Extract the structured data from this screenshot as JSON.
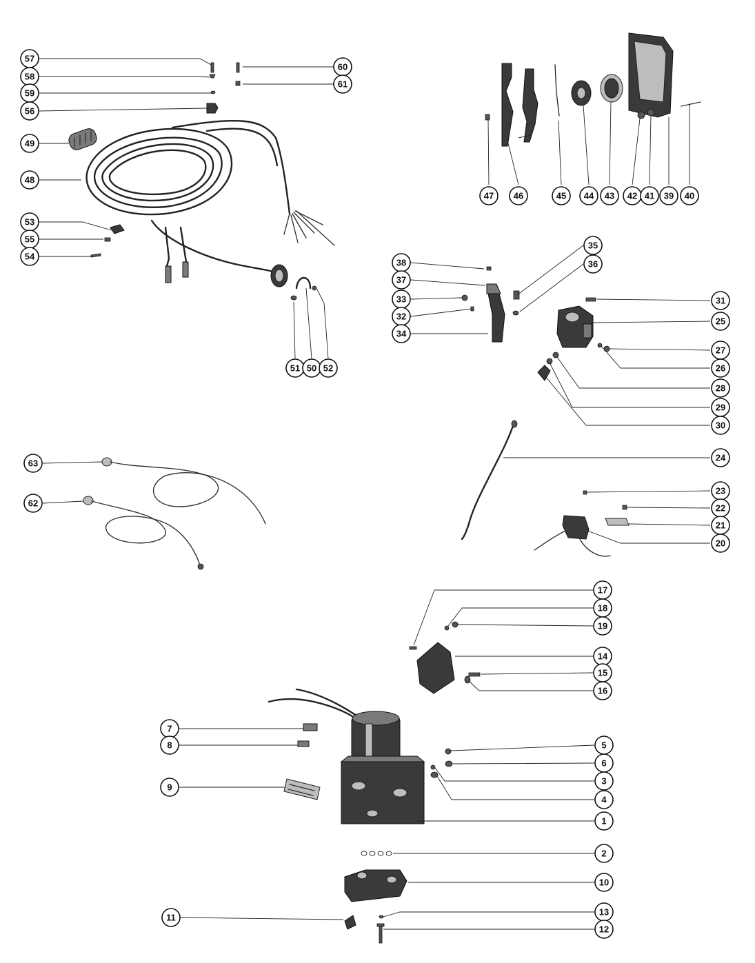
{
  "diagram": {
    "colors": {
      "line": "#222222",
      "part_dark": "#3a3a3a",
      "part_light": "#bdbdbd",
      "background": "#ffffff"
    },
    "callouts": [
      {
        "label": "57"
      },
      {
        "label": "58"
      },
      {
        "label": "59"
      },
      {
        "label": "56"
      },
      {
        "label": "60"
      },
      {
        "label": "61"
      },
      {
        "label": "49"
      },
      {
        "label": "48"
      },
      {
        "label": "53"
      },
      {
        "label": "55"
      },
      {
        "label": "54"
      },
      {
        "label": "51"
      },
      {
        "label": "50"
      },
      {
        "label": "52"
      },
      {
        "label": "47"
      },
      {
        "label": "46"
      },
      {
        "label": "45"
      },
      {
        "label": "44"
      },
      {
        "label": "43"
      },
      {
        "label": "42"
      },
      {
        "label": "41"
      },
      {
        "label": "39"
      },
      {
        "label": "40"
      },
      {
        "label": "38"
      },
      {
        "label": "37"
      },
      {
        "label": "33"
      },
      {
        "label": "32"
      },
      {
        "label": "34"
      },
      {
        "label": "35"
      },
      {
        "label": "36"
      },
      {
        "label": "31"
      },
      {
        "label": "25"
      },
      {
        "label": "27"
      },
      {
        "label": "26"
      },
      {
        "label": "28"
      },
      {
        "label": "29"
      },
      {
        "label": "30"
      },
      {
        "label": "24"
      },
      {
        "label": "23"
      },
      {
        "label": "22"
      },
      {
        "label": "21"
      },
      {
        "label": "20"
      },
      {
        "label": "63"
      },
      {
        "label": "62"
      },
      {
        "label": "17"
      },
      {
        "label": "18"
      },
      {
        "label": "19"
      },
      {
        "label": "14"
      },
      {
        "label": "15"
      },
      {
        "label": "16"
      },
      {
        "label": "7"
      },
      {
        "label": "8"
      },
      {
        "label": "9"
      },
      {
        "label": "5"
      },
      {
        "label": "6"
      },
      {
        "label": "3"
      },
      {
        "label": "4"
      },
      {
        "label": "1"
      },
      {
        "label": "2"
      },
      {
        "label": "10"
      },
      {
        "label": "11"
      },
      {
        "label": "13"
      },
      {
        "label": "12"
      }
    ]
  }
}
